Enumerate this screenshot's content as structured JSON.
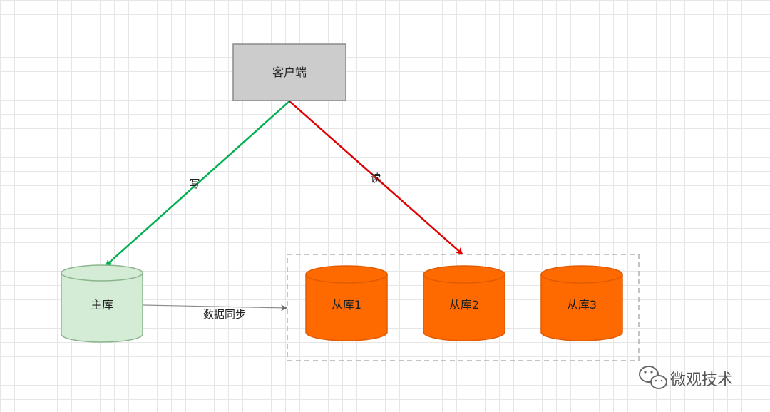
{
  "nodes": {
    "client": {
      "label": "客户端",
      "fill": "#cccccc",
      "stroke": "#8a8a8a"
    },
    "master": {
      "label": "主库",
      "fill": "#d4ecd5",
      "stroke": "#8cb58e"
    },
    "slaves": [
      {
        "label": "从库1",
        "fill": "#ff6a00",
        "stroke": "#e05a00"
      },
      {
        "label": "从库2",
        "fill": "#ff6a00",
        "stroke": "#e05a00"
      },
      {
        "label": "从库3",
        "fill": "#ff6a00",
        "stroke": "#e05a00"
      }
    ]
  },
  "edges": {
    "write": {
      "label": "写",
      "color": "#00b050"
    },
    "read": {
      "label": "读",
      "color": "#e00000"
    },
    "sync": {
      "label": "数据同步",
      "color": "#8c8c8c"
    }
  },
  "watermark": {
    "text": "微观技术",
    "icon": "wechat-icon"
  }
}
